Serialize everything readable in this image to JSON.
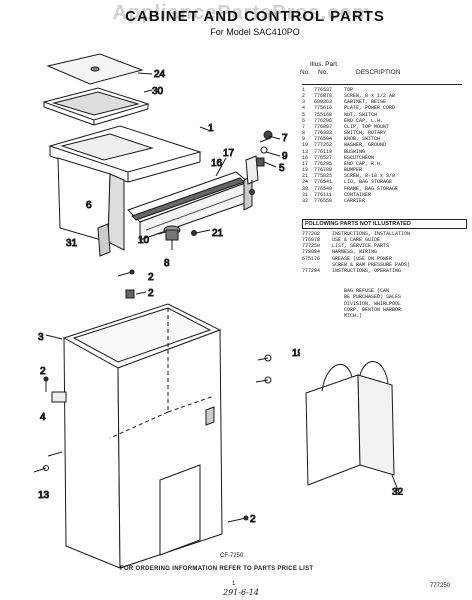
{
  "watermark": "AppliancePartsPros.com",
  "title": "CABINET AND CONTROL PARTS",
  "subtitle": "For Model SAC410PO",
  "table_header": {
    "illus": "Illus. Part",
    "no": "No.",
    "part_no": "No.",
    "description": "DESCRIPTION"
  },
  "parts": [
    {
      "no": "1",
      "part": "776537",
      "desc": "TOP"
    },
    {
      "no": "2",
      "part": "776878",
      "desc": "SCREW, 8 x 1/2 AB"
    },
    {
      "no": "3",
      "part": "600363",
      "desc": "CABINET, BEIGE"
    },
    {
      "no": "4",
      "part": "775616",
      "desc": "PLATE, POWER CORD"
    },
    {
      "no": "5",
      "part": "755168",
      "desc": "NUT, SWITCH"
    },
    {
      "no": "6",
      "part": "776296",
      "desc": "END CAP, L.H."
    },
    {
      "no": "7",
      "part": "776087",
      "desc": "CLIP, TOP MOUNT"
    },
    {
      "no": "8",
      "part": "776333",
      "desc": "SWITCH, ROTARY"
    },
    {
      "no": "9",
      "part": "776594",
      "desc": "KNOB, SWITCH"
    },
    {
      "no": "10",
      "part": "777262",
      "desc": "WASHER, GROUND"
    },
    {
      "no": "13",
      "part": "776119",
      "desc": "BUSHING"
    },
    {
      "no": "16",
      "part": "776527",
      "desc": "ESCUTCHEON"
    },
    {
      "no": "17",
      "part": "776295",
      "desc": "END CAP, R.H."
    },
    {
      "no": "19",
      "part": "776788",
      "desc": "BUMPER"
    },
    {
      "no": "21",
      "part": "775825",
      "desc": "SCREW, 8-18 x 3/8"
    },
    {
      "no": "24",
      "part": "776541",
      "desc": "LID, BAG STORAGE"
    },
    {
      "no": "30",
      "part": "776549",
      "desc": "FRAME, BAG STORAGE"
    },
    {
      "no": "31",
      "part": "776111",
      "desc": "CONTAINER"
    },
    {
      "no": "32",
      "part": "776550",
      "desc": "CARRIER"
    }
  ],
  "not_illustrated_header": "FOLLOWING PARTS NOT ILLUSTRATED",
  "not_illustrated": [
    {
      "part": "777202",
      "desc": "INSTRUCTIONS, INSTALLATION"
    },
    {
      "part": "776978",
      "desc": "USE & CARE GUIDE"
    },
    {
      "part": "777250",
      "desc": "LIST, SERVICE PARTS"
    },
    {
      "part": "778084",
      "desc": "HARNESS, WIRING"
    },
    {
      "part": "675176",
      "desc": "GREASE (USE ON POWER"
    },
    {
      "part": "",
      "desc": "SCREW & RAM PRESSURE PADS)"
    },
    {
      "part": "777294",
      "desc": "INSTRUCTIONS, OPERATING"
    }
  ],
  "bag_note": [
    "BAG REFUSE (CAN",
    "BE PURCHASED) SALES",
    "DIVISION, WHIRLPOOL",
    "CORP. BENTON HARBOR",
    "MICH.)"
  ],
  "callouts": {
    "c24": "24",
    "c30": "30",
    "c1": "1",
    "c7": "7",
    "c9": "9",
    "c5": "5",
    "c16": "16",
    "c17": "17",
    "c6": "6",
    "c31": "31",
    "c10": "10",
    "c8": "8",
    "c21": "21",
    "c2a": "2",
    "c2b": "2",
    "c3": "3",
    "c19": "19",
    "c2c": "2",
    "c4": "4",
    "c13": "13",
    "c2d": "2",
    "c32": "32"
  },
  "cf_code": "CF-7250",
  "footer": "FOR ORDERING INFORMATION REFER TO PARTS PRICE LIST",
  "page_number": "1",
  "right_code": "777250",
  "handwritten": "291-6-14"
}
